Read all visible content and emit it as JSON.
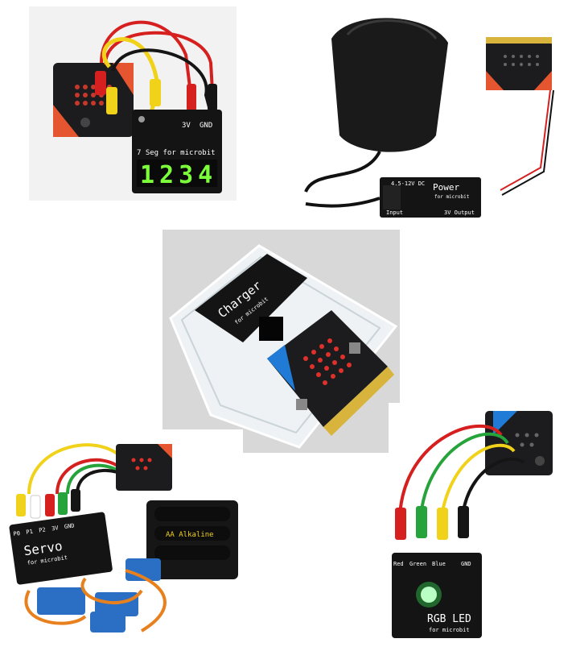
{
  "photos": {
    "seg_board": {
      "label": "7 Seg for microbit",
      "digits": "1234",
      "pins": [
        "3V",
        "GND"
      ]
    },
    "power_board": {
      "title": "Power",
      "subtitle": "for microbit",
      "input_rating": "4.5-12V DC",
      "input_label": "Input",
      "output_label": "3V Output"
    },
    "charger_board": {
      "title": "Charger",
      "subtitle": "for microbit"
    },
    "servo_board": {
      "title": "Servo",
      "subtitle": "for microbit",
      "pins": [
        "P0",
        "P1",
        "P2",
        "3V",
        "GND"
      ],
      "battery_label": "AA Alkaline"
    },
    "rgb_board": {
      "title": "RGB LED",
      "subtitle": "for microbit",
      "pins": [
        "Red",
        "Green",
        "Blue",
        "GND"
      ],
      "led_color": "#39ff5a"
    }
  },
  "colors": {
    "pcb": "#1b1b1d",
    "microbit_orange": "#e5552f",
    "gold": "#d9b43c",
    "wire_red": "#d62020",
    "wire_yellow": "#f1d21b",
    "wire_green": "#27a33c",
    "wire_black": "#151515"
  }
}
